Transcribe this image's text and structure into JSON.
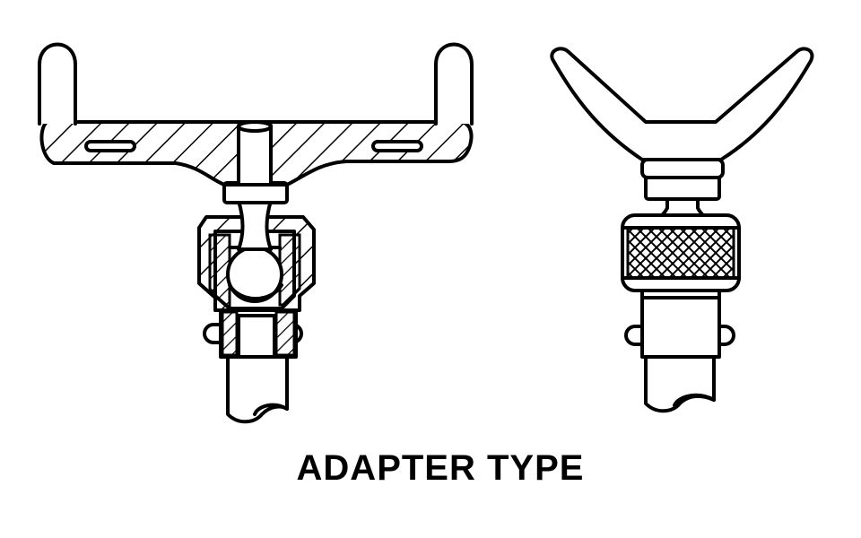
{
  "caption": "ADAPTER TYPE",
  "colors": {
    "line": "#000000",
    "background": "#ffffff"
  },
  "figures": [
    {
      "part": "sectioned-flat-bar-adapter",
      "view": "section"
    },
    {
      "part": "v-block-knurled-adapter",
      "view": "exterior"
    }
  ]
}
